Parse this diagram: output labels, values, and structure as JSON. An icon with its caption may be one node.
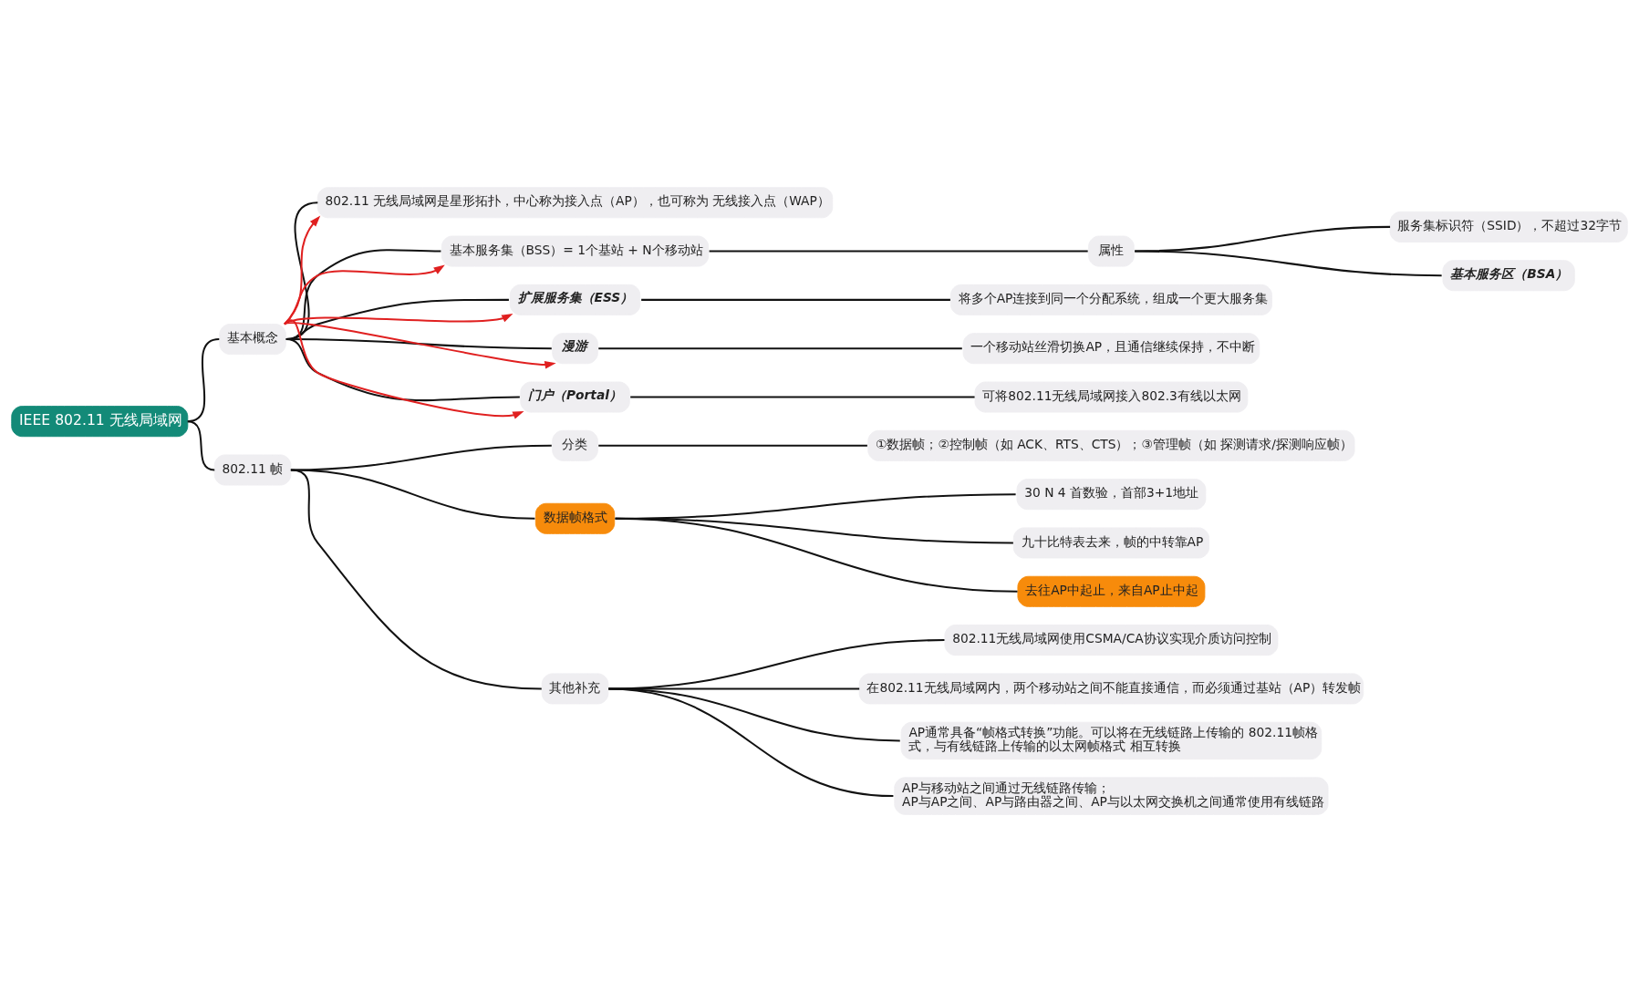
{
  "diagram": {
    "nodes": [
      {
        "text": [
          "IEEE 802.11 无线局域网"
        ]
      },
      {
        "text": [
          "基本概念"
        ]
      },
      {
        "text": [
          "802.11 无线局域网是星形拓扑，中心称为接入点（AP），也可称为 无线接入点（WAP）"
        ]
      },
      {
        "text": [
          "基本服务集（BSS）= 1个基站 + N个移动站"
        ]
      },
      {
        "text": [
          "属性"
        ]
      },
      {
        "text": [
          "服务集标识符（SSID），不超过32字节"
        ]
      },
      {
        "text": [
          "基本服务区（BSA）"
        ]
      },
      {
        "text": [
          "扩展服务集（ESS）"
        ]
      },
      {
        "text": [
          "将多个AP连接到同一个分配系统，组成一个更大服务集"
        ]
      },
      {
        "text": [
          "漫游"
        ]
      },
      {
        "text": [
          "一个移动站丝滑切换AP，且通信继续保持，不中断"
        ]
      },
      {
        "text": [
          "门户（Portal）"
        ]
      },
      {
        "text": [
          "可将802.11无线局域网接入802.3有线以太网"
        ]
      },
      {
        "text": [
          "802.11 帧"
        ]
      },
      {
        "text": [
          "分类"
        ]
      },
      {
        "text": [
          "①数据帧；②控制帧（如 ACK、RTS、CTS）；③管理帧（如 探测请求/探测响应帧）"
        ]
      },
      {
        "text": [
          "数据帧格式"
        ]
      },
      {
        "text": [
          "30 N 4 首数验，首部3+1地址"
        ]
      },
      {
        "text": [
          "九十比特表去来，帧的中转靠AP"
        ]
      },
      {
        "text": [
          "去往AP中起止，来自AP止中起"
        ]
      },
      {
        "text": [
          "其他补充"
        ]
      },
      {
        "text": [
          "802.11无线局域网使用CSMA/CA协议实现介质访问控制"
        ]
      },
      {
        "text": [
          "在802.11无线局域网内，两个移动站之间不能直接通信，而必须通过基站（AP）转发帧"
        ]
      },
      {
        "text": [
          "AP通常具备“帧格式转换”功能。可以将在无线链路上传输的 802.11帧格式，与有线链路上传输的以太网帧格式 相互转换"
        ]
      },
      {
        "text": [
          "AP与移动站之间通过无线链路传输；",
          "AP与AP之间、AP与路由器之间、AP与以太网交换机之间通常使用有线链路"
        ]
      }
    ],
    "edges": [
      {
        "from": 0,
        "to": 1,
        "arrow": "none"
      },
      {
        "from": 0,
        "to": 13,
        "arrow": "none"
      },
      {
        "from": 1,
        "to": 2,
        "arrow": "none"
      },
      {
        "from": 1,
        "to": 3,
        "arrow": "none"
      },
      {
        "from": 1,
        "to": 7,
        "arrow": "none"
      },
      {
        "from": 1,
        "to": 9,
        "arrow": "none"
      },
      {
        "from": 1,
        "to": 11,
        "arrow": "none"
      },
      {
        "from": 3,
        "to": 4,
        "arrow": "none"
      },
      {
        "from": 4,
        "to": 5,
        "arrow": "none"
      },
      {
        "from": 4,
        "to": 6,
        "arrow": "none"
      },
      {
        "from": 7,
        "to": 8,
        "arrow": "none"
      },
      {
        "from": 9,
        "to": 10,
        "arrow": "none"
      },
      {
        "from": 11,
        "to": 12,
        "arrow": "none"
      },
      {
        "from": 13,
        "to": 14,
        "arrow": "none"
      },
      {
        "from": 13,
        "to": 16,
        "arrow": "none"
      },
      {
        "from": 13,
        "to": 20,
        "arrow": "none"
      },
      {
        "from": 14,
        "to": 15,
        "arrow": "none"
      },
      {
        "from": 16,
        "to": 17,
        "arrow": "none"
      },
      {
        "from": 16,
        "to": 18,
        "arrow": "none"
      },
      {
        "from": 16,
        "to": 19,
        "arrow": "none"
      },
      {
        "from": 20,
        "to": 21,
        "arrow": "none"
      },
      {
        "from": 20,
        "to": 22,
        "arrow": "none"
      },
      {
        "from": 20,
        "to": 23,
        "arrow": "none"
      },
      {
        "from": 20,
        "to": 24,
        "arrow": "none"
      },
      {
        "from": 1,
        "to": 2,
        "arrow": "to",
        "color": "#e02020"
      },
      {
        "from": 1,
        "to": 3,
        "arrow": "to",
        "color": "#e02020"
      },
      {
        "from": 1,
        "to": 7,
        "arrow": "to",
        "color": "#e02020"
      },
      {
        "from": 1,
        "to": 9,
        "arrow": "to",
        "color": "#e02020"
      },
      {
        "from": 1,
        "to": 11,
        "arrow": "to",
        "color": "#e02020"
      }
    ]
  }
}
